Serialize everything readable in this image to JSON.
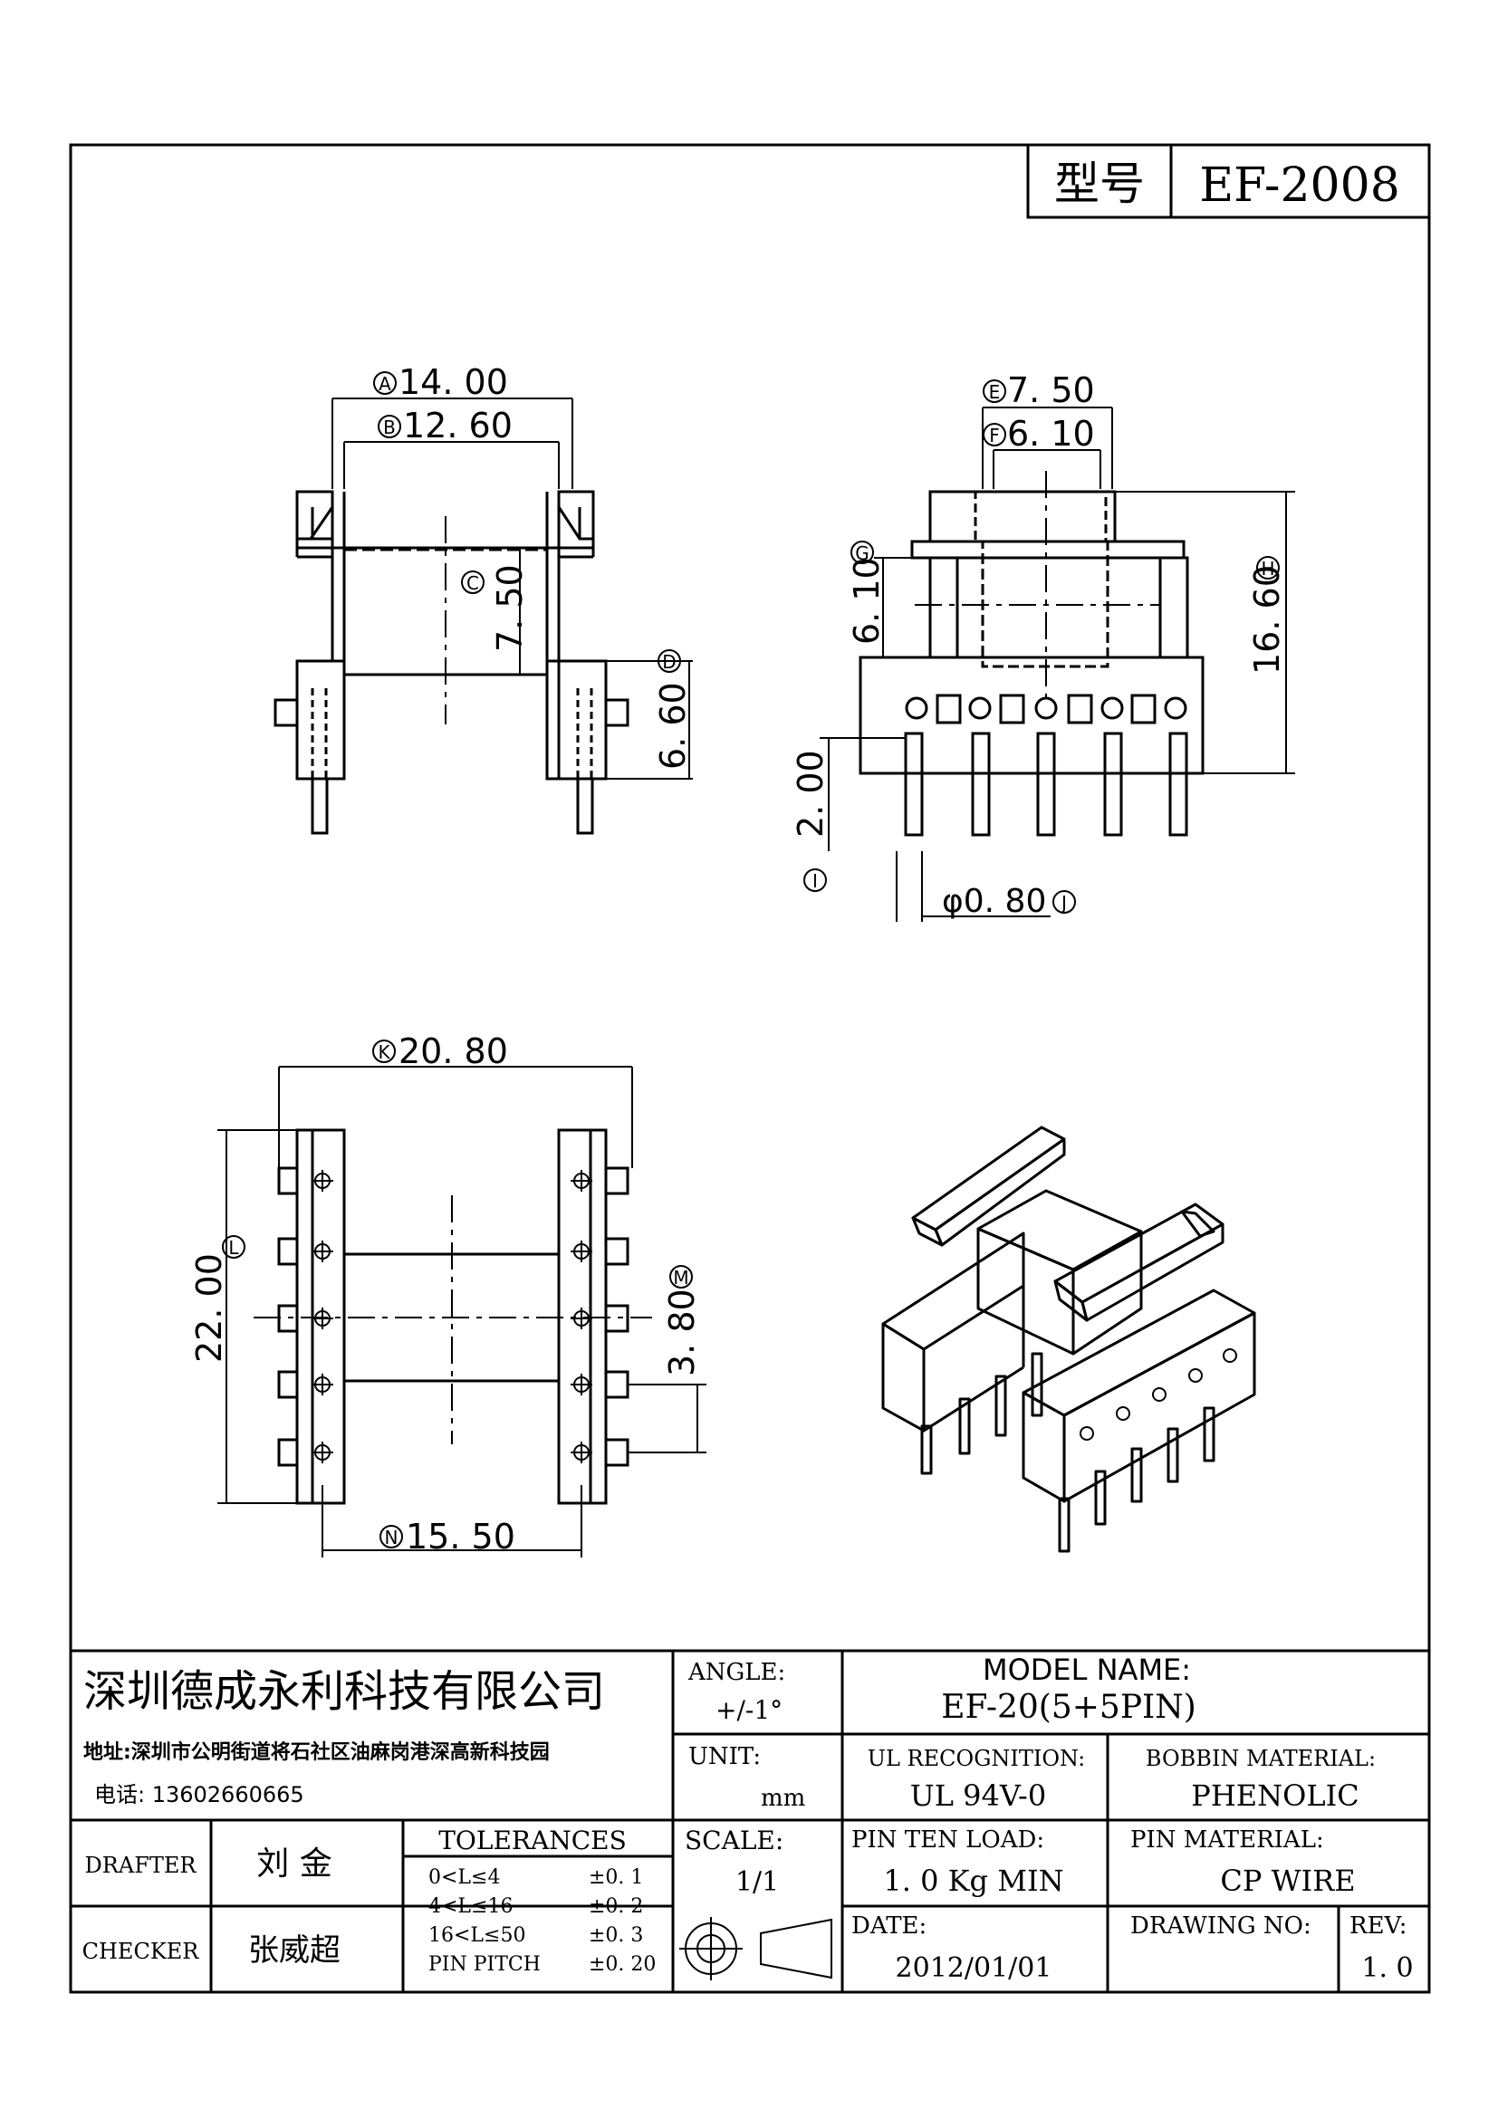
{
  "model_box": {
    "label": "型号",
    "value": "EF-2008"
  },
  "dimensions": {
    "A": {
      "letter": "A",
      "value": "14. 00"
    },
    "B": {
      "letter": "B",
      "value": "12. 60"
    },
    "C": {
      "letter": "C",
      "value": "7. 50"
    },
    "D": {
      "letter": "D",
      "value": "6. 60"
    },
    "E": {
      "letter": "E",
      "value": "7. 50"
    },
    "F": {
      "letter": "F",
      "value": "6. 10"
    },
    "G": {
      "letter": "G",
      "value": "6. 10"
    },
    "H": {
      "letter": "H",
      "value": "16. 60"
    },
    "I": {
      "letter": "I",
      "value": "2. 00"
    },
    "J": {
      "letter": "J",
      "value": "φ0. 80"
    },
    "K": {
      "letter": "K",
      "value": "20. 80"
    },
    "L": {
      "letter": "L",
      "value": "22. 00"
    },
    "M": {
      "letter": "M",
      "value": "3. 80"
    },
    "N": {
      "letter": "N",
      "value": "15. 50"
    }
  },
  "title_block": {
    "company": "深圳德成永利科技有限公司",
    "address": "地址:深圳市公明街道将石社区油麻岗港深高新科技园",
    "phone": "电话: 13602660665",
    "angle_label": "ANGLE:",
    "angle_value": "+/-1°",
    "model_label": "MODEL NAME:",
    "model_value": "EF-20(5+5PIN)",
    "unit_label": "UNIT:",
    "unit_value": "mm",
    "ul_label": "UL RECOGNITION:",
    "ul_value": "UL 94V-0",
    "bobbin_label": "BOBBIN MATERIAL:",
    "bobbin_value": "PHENOLIC",
    "drafter_label": "DRAFTER",
    "drafter_value": "刘 金",
    "checker_label": "CHECKER",
    "checker_value": "张威超",
    "tolerances_label": "TOLERANCES",
    "tolerances": [
      {
        "range": "0<L≤4",
        "tol": "±0. 1"
      },
      {
        "range": "4<L≤16",
        "tol": "±0. 2"
      },
      {
        "range": "16<L≤50",
        "tol": "±0. 3"
      },
      {
        "range": "PIN PITCH",
        "tol": "±0. 20"
      }
    ],
    "scale_label": "SCALE:",
    "scale_value": "1/1",
    "pin_load_label": "PIN TEN LOAD:",
    "pin_load_value": "1. 0 Kg MIN",
    "pin_material_label": "PIN MATERIAL:",
    "pin_material_value": "CP WIRE",
    "date_label": "DATE:",
    "date_value": "2012/01/01",
    "drawing_no_label": "DRAWING NO:",
    "drawing_no_value": "",
    "rev_label": "REV:",
    "rev_value": "1. 0"
  }
}
